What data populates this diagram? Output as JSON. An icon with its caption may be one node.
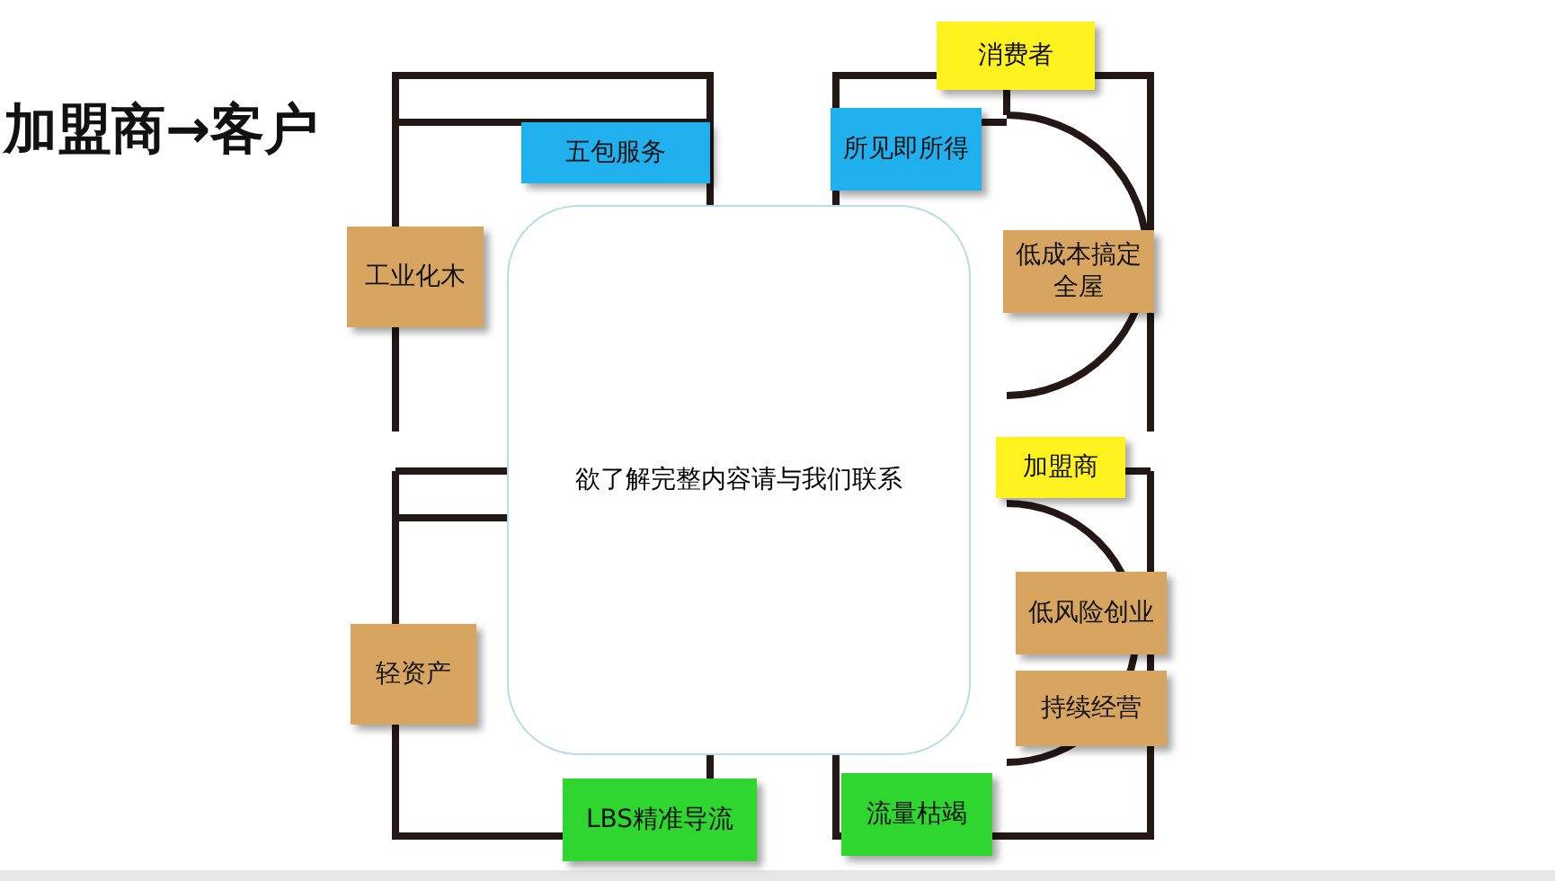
{
  "diagram": {
    "title": "加盟商→客户",
    "nodes": [
      {
        "text": [
          "消费者"
        ]
      },
      {
        "text": [
          "五包服务"
        ]
      },
      {
        "text": [
          "所见即所得"
        ]
      },
      {
        "text": [
          "工业化木"
        ]
      },
      {
        "text": [
          "低成本搞定全屋"
        ]
      },
      {
        "text": [
          "欲了解完整内容请与我们联系"
        ]
      },
      {
        "text": [
          "加盟商"
        ]
      },
      {
        "text": [
          "低风险创业"
        ]
      },
      {
        "text": [
          "轻资产"
        ]
      },
      {
        "text": [
          "持续经营"
        ]
      },
      {
        "text": [
          "LBS精准导流"
        ]
      },
      {
        "text": [
          "流量枯竭"
        ]
      }
    ]
  }
}
